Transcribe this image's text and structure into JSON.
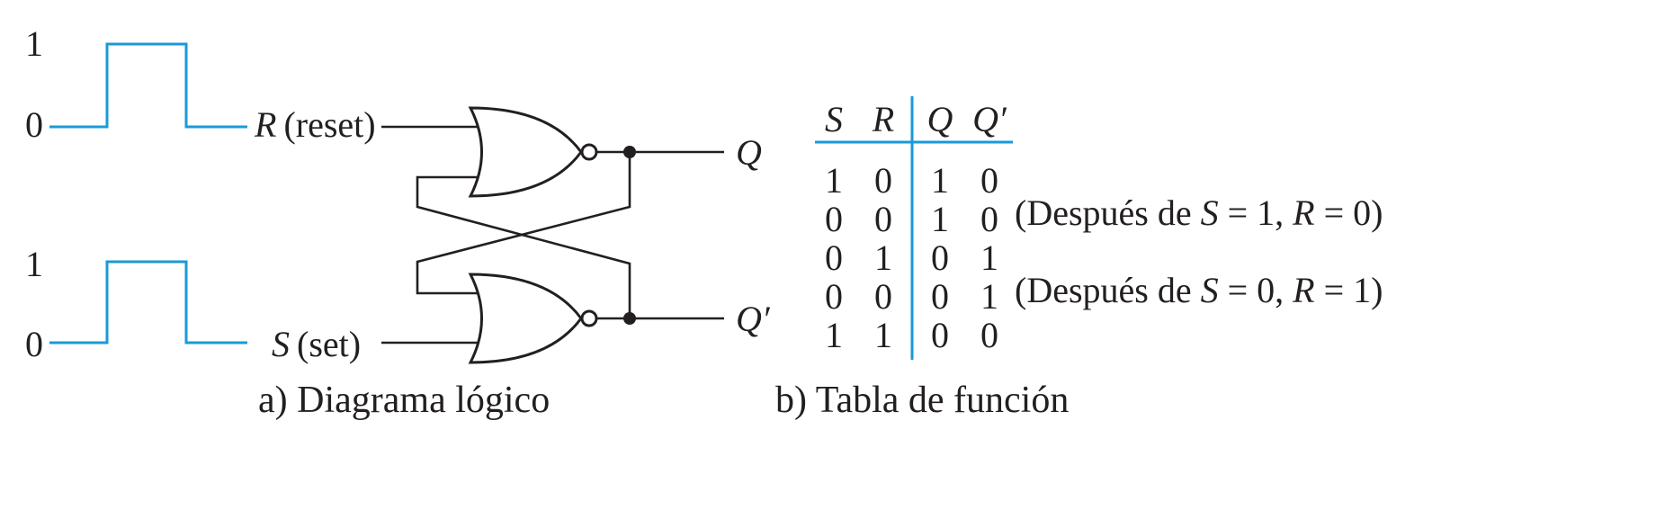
{
  "waveforms": {
    "r_level_high": "1",
    "r_level_low": "0",
    "s_level_high": "1",
    "s_level_low": "0",
    "color": "#1a9ad8"
  },
  "inputs": {
    "r_letter": "R",
    "r_name": "(reset)",
    "s_letter": "S",
    "s_name": "(set)"
  },
  "outputs": {
    "q": "Q",
    "q_prime": "Q′"
  },
  "function_table": {
    "headers": [
      "S",
      "R",
      "Q",
      "Q′"
    ],
    "rows": [
      [
        "1",
        "0",
        "1",
        "0"
      ],
      [
        "0",
        "0",
        "1",
        "0"
      ],
      [
        "0",
        "1",
        "0",
        "1"
      ],
      [
        "0",
        "0",
        "0",
        "1"
      ],
      [
        "1",
        "1",
        "0",
        "0"
      ]
    ],
    "notes": [
      {
        "row": 1,
        "pre": "(Después de ",
        "v1": "S",
        "mid": " = 1, ",
        "v2": "R",
        "post": " = 0)"
      },
      {
        "row": 3,
        "pre": "(Después de ",
        "v1": "S",
        "mid": " = 0, ",
        "v2": "R",
        "post": " = 1)"
      }
    ]
  },
  "captions": {
    "a": "a) Diagrama lógico",
    "b": "b) Tabla de función"
  }
}
